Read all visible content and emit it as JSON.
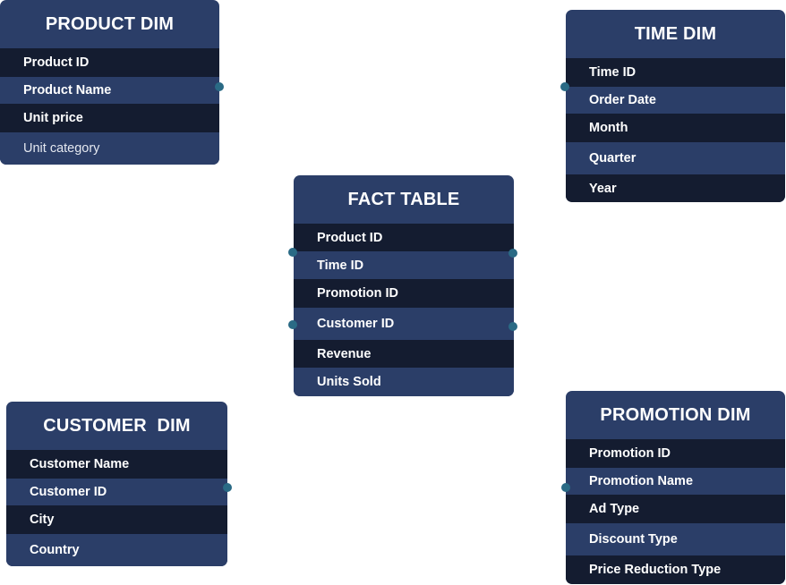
{
  "colors": {
    "header_bg": "#2b3e68",
    "row_dark": "#141c30",
    "row_blue": "#2b3e68",
    "connector_dot": "#2a6a85",
    "text": "#ffffff"
  },
  "tables": {
    "product_dim": {
      "title": "PRODUCT DIM",
      "fields": [
        "Product ID",
        "Product Name",
        "Unit price",
        "Unit category"
      ]
    },
    "time_dim": {
      "title": "TIME DIM",
      "fields": [
        "Time ID",
        "Order Date",
        "Month",
        "Quarter",
        "Year"
      ]
    },
    "fact_table": {
      "title": "FACT TABLE",
      "fields": [
        "Product ID",
        "Time ID",
        "Promotion ID",
        "Customer ID",
        "Revenue",
        "Units Sold"
      ]
    },
    "customer_dim": {
      "title": "CUSTOMER  DIM",
      "fields": [
        "Customer Name",
        "Customer ID",
        "City",
        "Country"
      ]
    },
    "promotion_dim": {
      "title": "PROMOTION DIM",
      "fields": [
        "Promotion ID",
        "Promotion Name",
        "Ad Type",
        "Discount Type",
        "Price Reduction Type"
      ]
    }
  },
  "connectors": [
    {
      "from": "product_dim",
      "to": "fact_table"
    },
    {
      "from": "time_dim",
      "to": "fact_table"
    },
    {
      "from": "customer_dim",
      "to": "fact_table"
    },
    {
      "from": "promotion_dim",
      "to": "fact_table"
    }
  ]
}
